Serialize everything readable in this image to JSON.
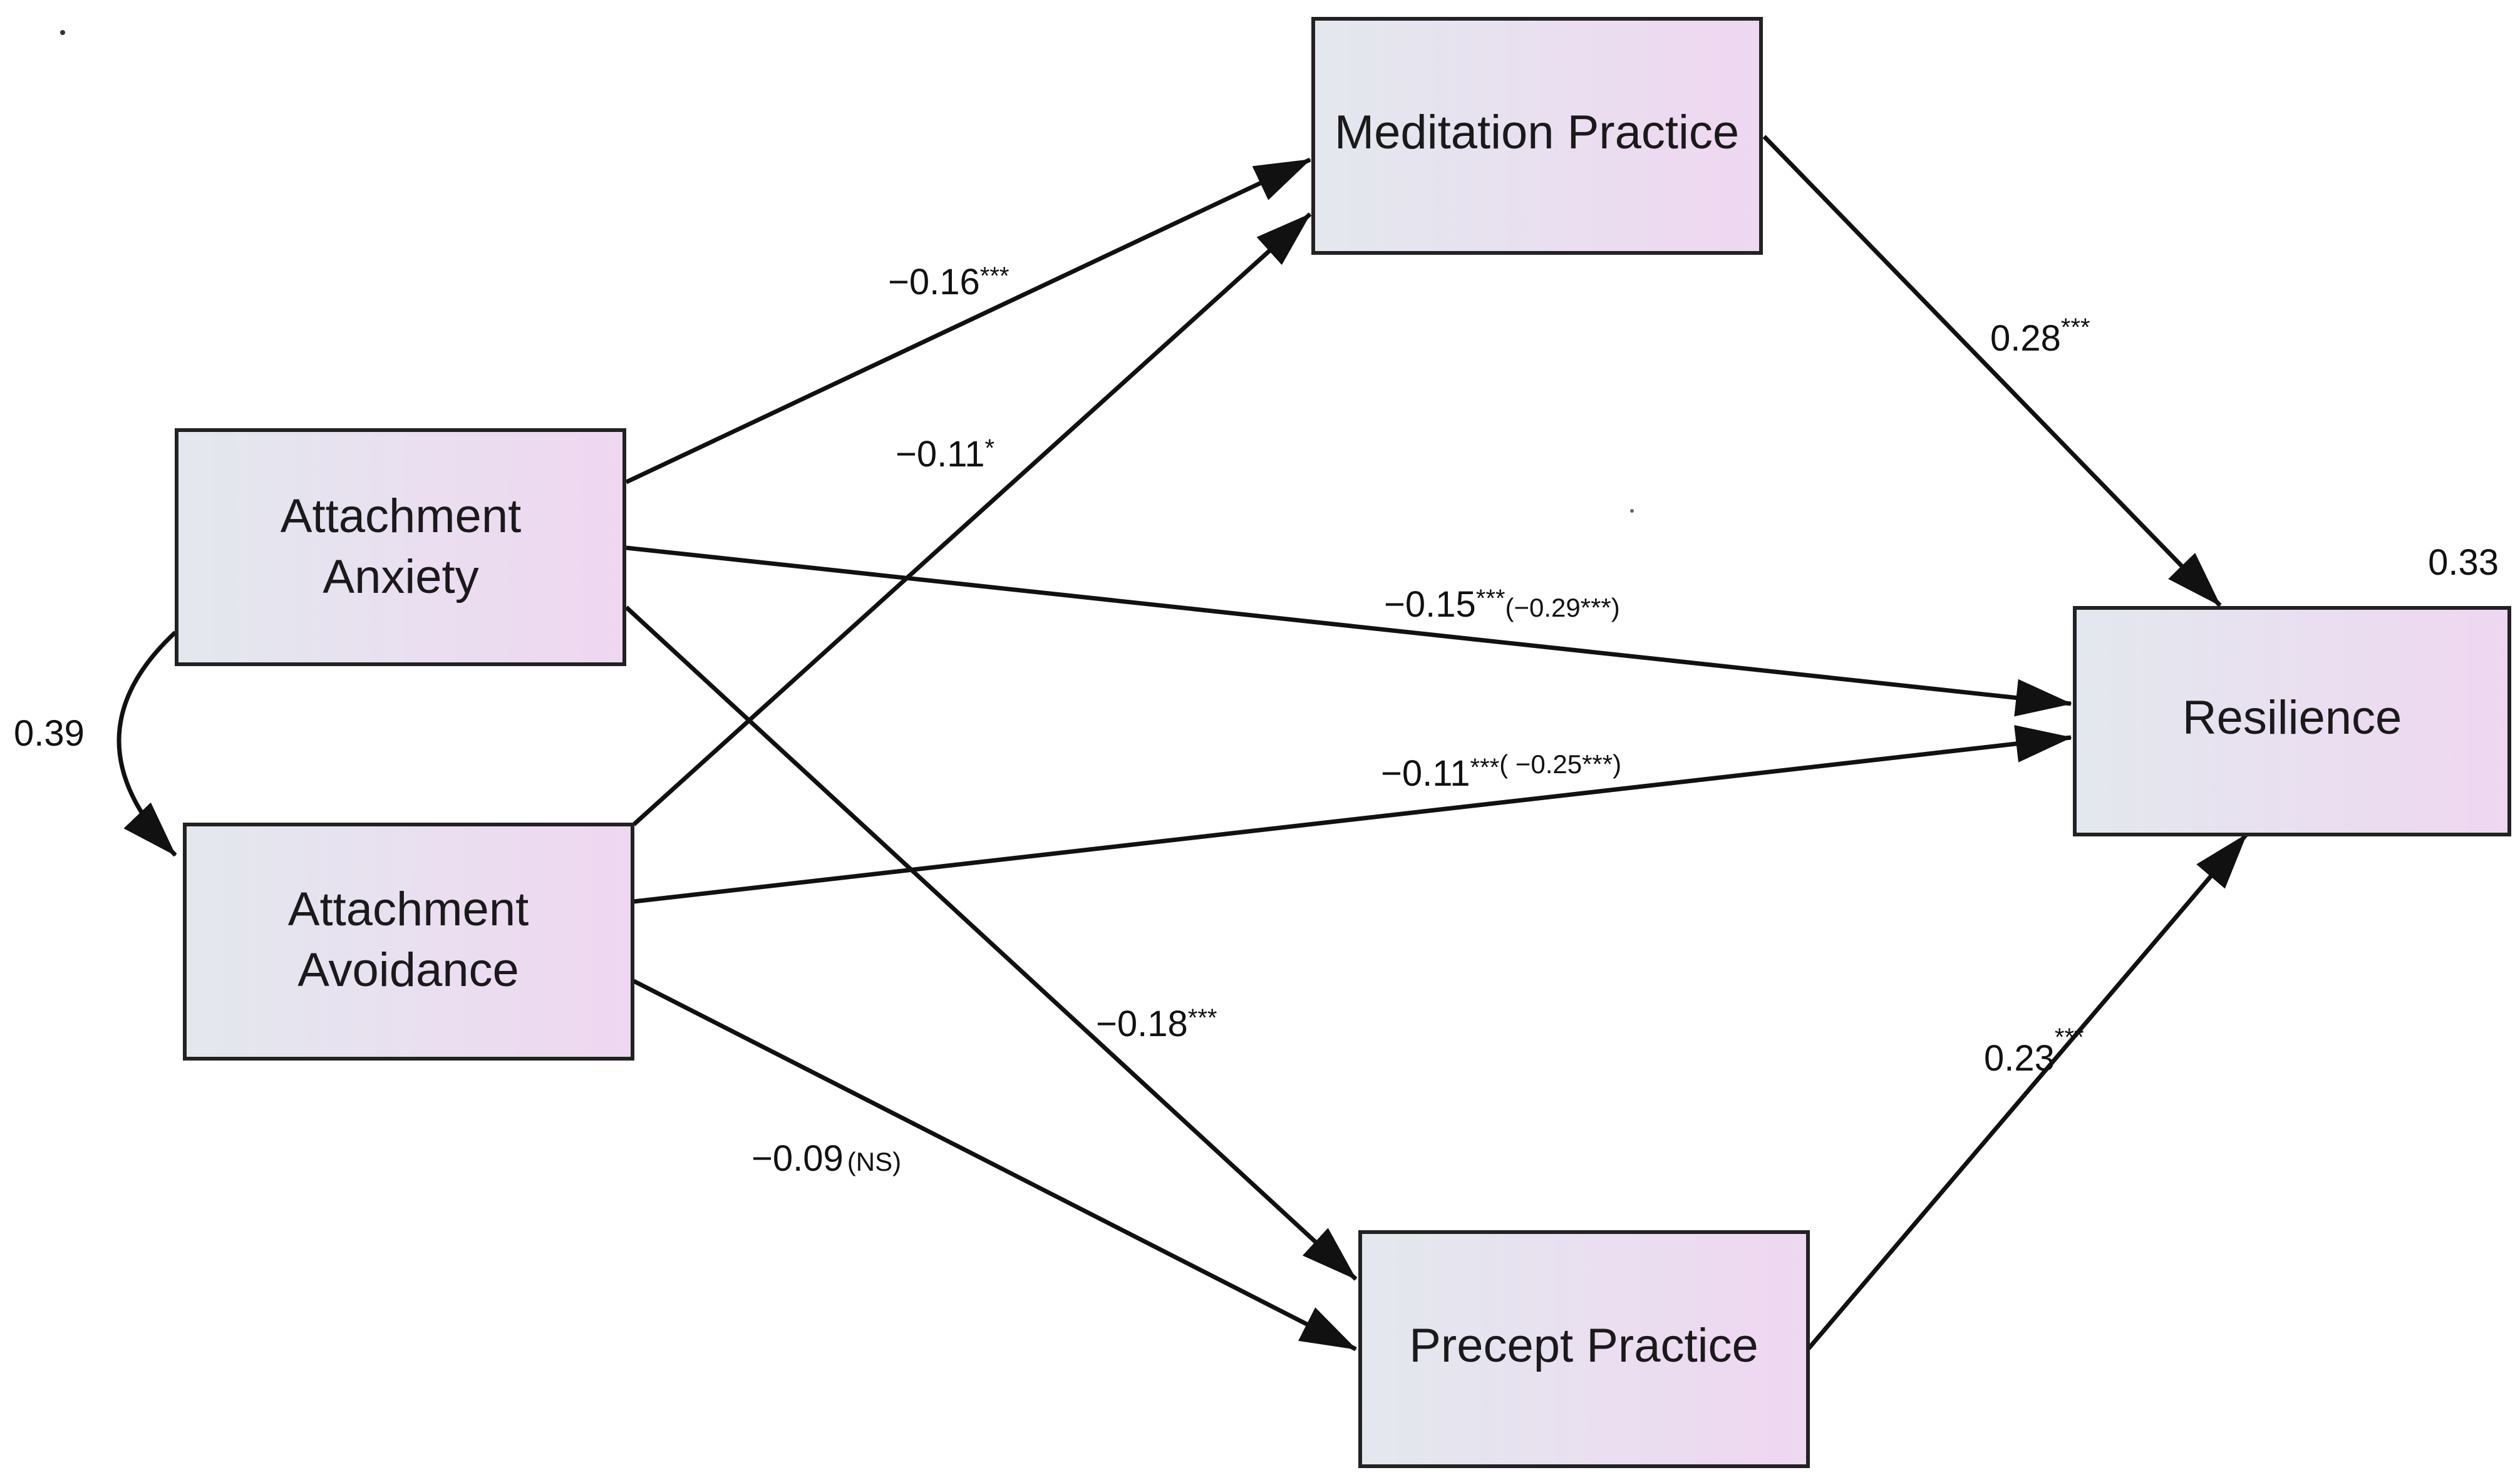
{
  "nodes": {
    "meditation": {
      "label": "Meditation Practice"
    },
    "anxiety": {
      "lines": [
        "Attachment",
        "Anxiety"
      ]
    },
    "avoidance": {
      "lines": [
        "Attachment",
        "Avoidance"
      ]
    },
    "resilience": {
      "label": "Resilience",
      "r_squared": "0.33"
    },
    "precept": {
      "label": "Precept Practice"
    }
  },
  "correlation": {
    "value": "0.39"
  },
  "paths": {
    "anxiety_meditation": {
      "value": "−0.16",
      "sig": "***"
    },
    "avoidance_meditation": {
      "value": "−0.11",
      "sig": "*"
    },
    "meditation_resilience": {
      "value": "0.28",
      "sig": "***"
    },
    "anxiety_resilience": {
      "value": "−0.15",
      "sig": "***",
      "total": "(−0.29***)"
    },
    "avoidance_resilience": {
      "value": "−0.11",
      "sig": "***",
      "total": "( −0.25***)"
    },
    "anxiety_precept": {
      "value": "−0.18",
      "sig": "***"
    },
    "avoidance_precept": {
      "value": "−0.09",
      "sig": "(NS)"
    },
    "precept_resilience": {
      "value": "0.23",
      "sig": "***"
    }
  },
  "colors": {
    "box_left": "#E3E8EE",
    "box_right": "#EFD7F1",
    "line": "#111111"
  }
}
